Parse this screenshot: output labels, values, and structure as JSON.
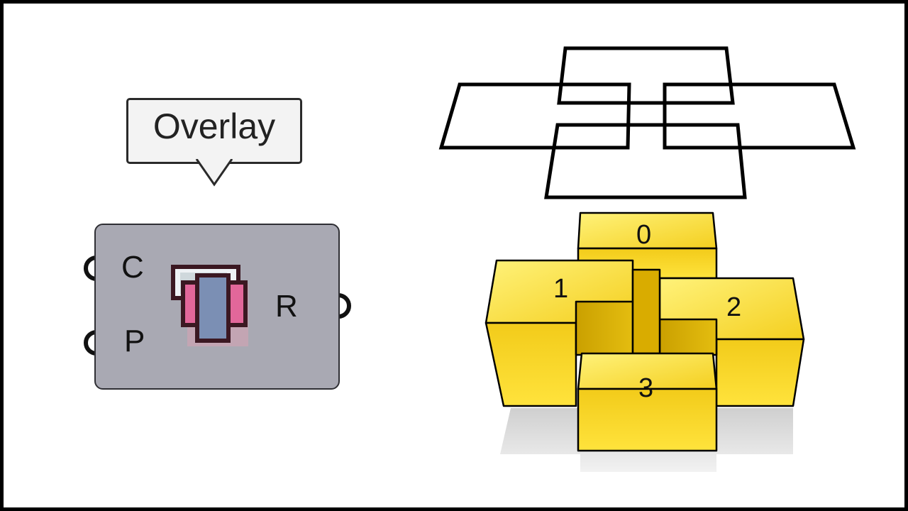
{
  "tooltip": {
    "text": "Overlay"
  },
  "component": {
    "inputs": [
      "C",
      "P"
    ],
    "output": "R",
    "icon": "overlay-icon",
    "colors": {
      "body": "#a9a9b3",
      "border": "#2f2f34"
    }
  },
  "solids": {
    "labels": [
      "0",
      "1",
      "2",
      "3"
    ],
    "colors": {
      "top": "#ffe24a",
      "side": "#e6b800",
      "shadow": "#d8d8d8"
    }
  }
}
